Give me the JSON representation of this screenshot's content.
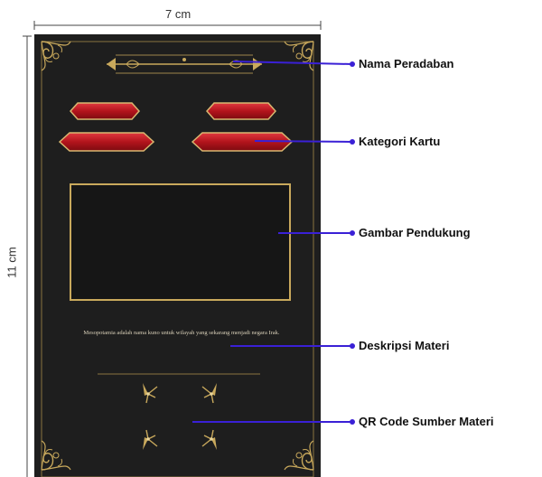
{
  "dimensions": {
    "width_label": "7 cm",
    "height_label": "11 cm"
  },
  "card": {
    "background_color": "#1e1e1e",
    "frame_color": "#c9a95c",
    "banner_color": "#b3141c",
    "description": "Mesopotamia adalah nama kuno untuk wilayah yang sekarang menjadi negara Irak."
  },
  "callouts": [
    {
      "label": "Nama Peradaban"
    },
    {
      "label": "Kategori Kartu"
    },
    {
      "label": "Gambar Pendukung"
    },
    {
      "label": "Deskripsi Materi"
    },
    {
      "label": "QR Code Sumber Materi"
    }
  ],
  "accent_color": "#3a20d6"
}
